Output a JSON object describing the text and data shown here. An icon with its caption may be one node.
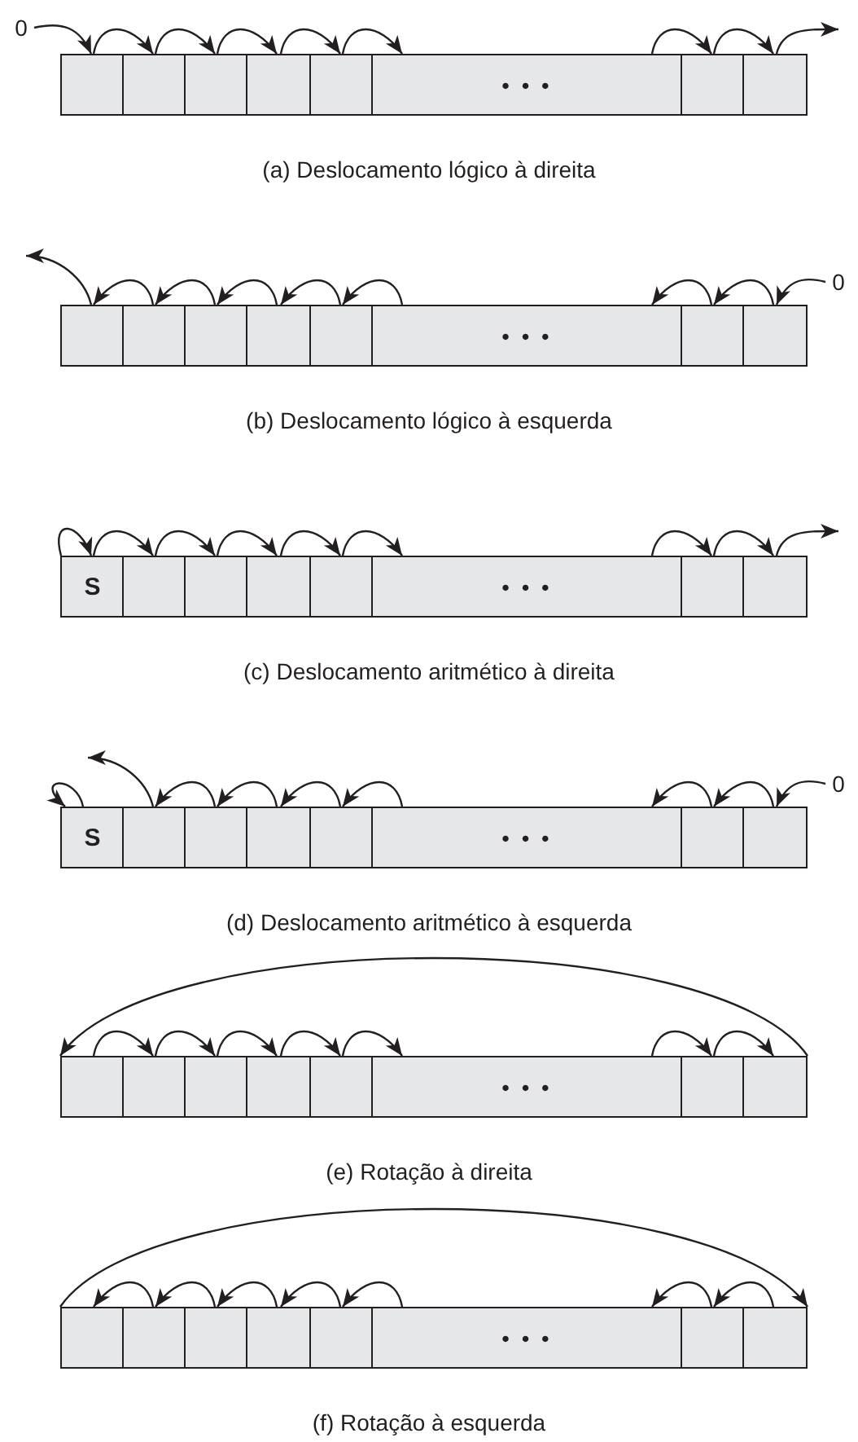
{
  "diagram": {
    "nodes": [
      {
        "text": [
          "0"
        ]
      },
      {
        "text": [],
        "shape": "box"
      },
      {
        "text": [],
        "shape": "box"
      },
      {
        "text": [],
        "shape": "box"
      },
      {
        "text": [],
        "shape": "box"
      },
      {
        "text": [],
        "shape": "box"
      },
      {
        "text": [
          "• • •"
        ]
      },
      {
        "text": [],
        "shape": "box"
      },
      {
        "text": [],
        "shape": "box"
      },
      {
        "text": [],
        "shape": "box"
      },
      {
        "text": [],
        "shape": "box"
      },
      {
        "text": [],
        "shape": "box"
      },
      {
        "text": [],
        "shape": "box"
      },
      {
        "text": [],
        "shape": "box"
      },
      {
        "text": [
          "• • •"
        ]
      },
      {
        "text": [],
        "shape": "box"
      },
      {
        "text": [],
        "shape": "box"
      },
      {
        "text": [
          "0"
        ]
      },
      {
        "text": [
          "S"
        ]
      },
      {
        "text": [],
        "shape": "box"
      },
      {
        "text": [],
        "shape": "box"
      },
      {
        "text": [],
        "shape": "box"
      },
      {
        "text": [],
        "shape": "box"
      },
      {
        "text": [
          "• • •"
        ]
      },
      {
        "text": [],
        "shape": "box"
      },
      {
        "text": [],
        "shape": "box"
      },
      {
        "text": [
          "S"
        ]
      },
      {
        "text": [],
        "shape": "box"
      },
      {
        "text": [],
        "shape": "box"
      },
      {
        "text": [],
        "shape": "box"
      },
      {
        "text": [],
        "shape": "box"
      },
      {
        "text": [
          "• • •"
        ]
      },
      {
        "text": [],
        "shape": "box"
      },
      {
        "text": [],
        "shape": "box"
      },
      {
        "text": [
          "0"
        ]
      },
      {
        "text": [],
        "shape": "box"
      },
      {
        "text": [],
        "shape": "box"
      },
      {
        "text": [],
        "shape": "box"
      },
      {
        "text": [],
        "shape": "box"
      },
      {
        "text": [],
        "shape": "box"
      },
      {
        "text": [
          "• • •"
        ]
      },
      {
        "text": [],
        "shape": "box"
      },
      {
        "text": [],
        "shape": "box"
      },
      {
        "text": [],
        "shape": "box"
      },
      {
        "text": [],
        "shape": "box"
      },
      {
        "text": [],
        "shape": "box"
      },
      {
        "text": [],
        "shape": "box"
      },
      {
        "text": [],
        "shape": "box"
      },
      {
        "text": [
          "• • •"
        ]
      },
      {
        "text": [],
        "shape": "box"
      },
      {
        "text": [],
        "shape": "box"
      }
    ],
    "edges": [
      {
        "from": 0,
        "to": 1,
        "arrow": "to"
      },
      {
        "from": 1,
        "to": 2,
        "arrow": "to"
      },
      {
        "from": 2,
        "to": 3,
        "arrow": "to"
      },
      {
        "from": 3,
        "to": 4,
        "arrow": "to"
      },
      {
        "from": 4,
        "to": 5,
        "arrow": "to"
      },
      {
        "from": 5,
        "to": 6,
        "arrow": "to"
      },
      {
        "from": 6,
        "to": 7,
        "arrow": "to"
      },
      {
        "from": 7,
        "to": 8,
        "arrow": "to"
      },
      {
        "from": 8,
        "to": null,
        "arrow": "to"
      },
      {
        "from": 9,
        "to": null,
        "arrow": "to"
      },
      {
        "from": 10,
        "to": 9,
        "arrow": "to"
      },
      {
        "from": 11,
        "to": 10,
        "arrow": "to"
      },
      {
        "from": 12,
        "to": 11,
        "arrow": "to"
      },
      {
        "from": 13,
        "to": 12,
        "arrow": "to"
      },
      {
        "from": 14,
        "to": 13,
        "arrow": "to"
      },
      {
        "from": 15,
        "to": 14,
        "arrow": "to"
      },
      {
        "from": 16,
        "to": 15,
        "arrow": "to"
      },
      {
        "from": 17,
        "to": 16,
        "arrow": "to"
      },
      {
        "from": 18,
        "to": 18,
        "arrow": "to"
      },
      {
        "from": 18,
        "to": 19,
        "arrow": "to"
      },
      {
        "from": 19,
        "to": 20,
        "arrow": "to"
      },
      {
        "from": 20,
        "to": 21,
        "arrow": "to"
      },
      {
        "from": 21,
        "to": 22,
        "arrow": "to"
      },
      {
        "from": 22,
        "to": 23,
        "arrow": "to"
      },
      {
        "from": 23,
        "to": 24,
        "arrow": "to"
      },
      {
        "from": 24,
        "to": 25,
        "arrow": "to"
      },
      {
        "from": 25,
        "to": null,
        "arrow": "to"
      },
      {
        "from": 26,
        "to": 26,
        "arrow": "to"
      },
      {
        "from": 27,
        "to": null,
        "arrow": "to"
      },
      {
        "from": 28,
        "to": 27,
        "arrow": "to"
      },
      {
        "from": 29,
        "to": 28,
        "arrow": "to"
      },
      {
        "from": 30,
        "to": 29,
        "arrow": "to"
      },
      {
        "from": 31,
        "to": 30,
        "arrow": "to"
      },
      {
        "from": 32,
        "to": 31,
        "arrow": "to"
      },
      {
        "from": 33,
        "to": 32,
        "arrow": "to"
      },
      {
        "from": 34,
        "to": 33,
        "arrow": "to"
      },
      {
        "from": 35,
        "to": 36,
        "arrow": "to"
      },
      {
        "from": 36,
        "to": 37,
        "arrow": "to"
      },
      {
        "from": 37,
        "to": 38,
        "arrow": "to"
      },
      {
        "from": 38,
        "to": 39,
        "arrow": "to"
      },
      {
        "from": 39,
        "to": 40,
        "arrow": "to"
      },
      {
        "from": 40,
        "to": 41,
        "arrow": "to"
      },
      {
        "from": 41,
        "to": 42,
        "arrow": "to"
      },
      {
        "from": 42,
        "to": 35,
        "arrow": "to"
      },
      {
        "from": 44,
        "to": 43,
        "arrow": "to"
      },
      {
        "from": 45,
        "to": 44,
        "arrow": "to"
      },
      {
        "from": 46,
        "to": 45,
        "arrow": "to"
      },
      {
        "from": 47,
        "to": 46,
        "arrow": "to"
      },
      {
        "from": 48,
        "to": 47,
        "arrow": "to"
      },
      {
        "from": 49,
        "to": 48,
        "arrow": "to"
      },
      {
        "from": 50,
        "to": 49,
        "arrow": "to"
      },
      {
        "from": 43,
        "to": 50,
        "arrow": "to"
      }
    ],
    "labels": [
      "(a) Deslocamento lógico à direita",
      "(b) Deslocamento lógico à esquerda",
      "(c) Deslocamento aritmético à direita",
      "(d) Deslocamento aritmético à esquerda",
      "(e) Rotação à direita",
      "(f) Rotação à esquerda"
    ]
  }
}
